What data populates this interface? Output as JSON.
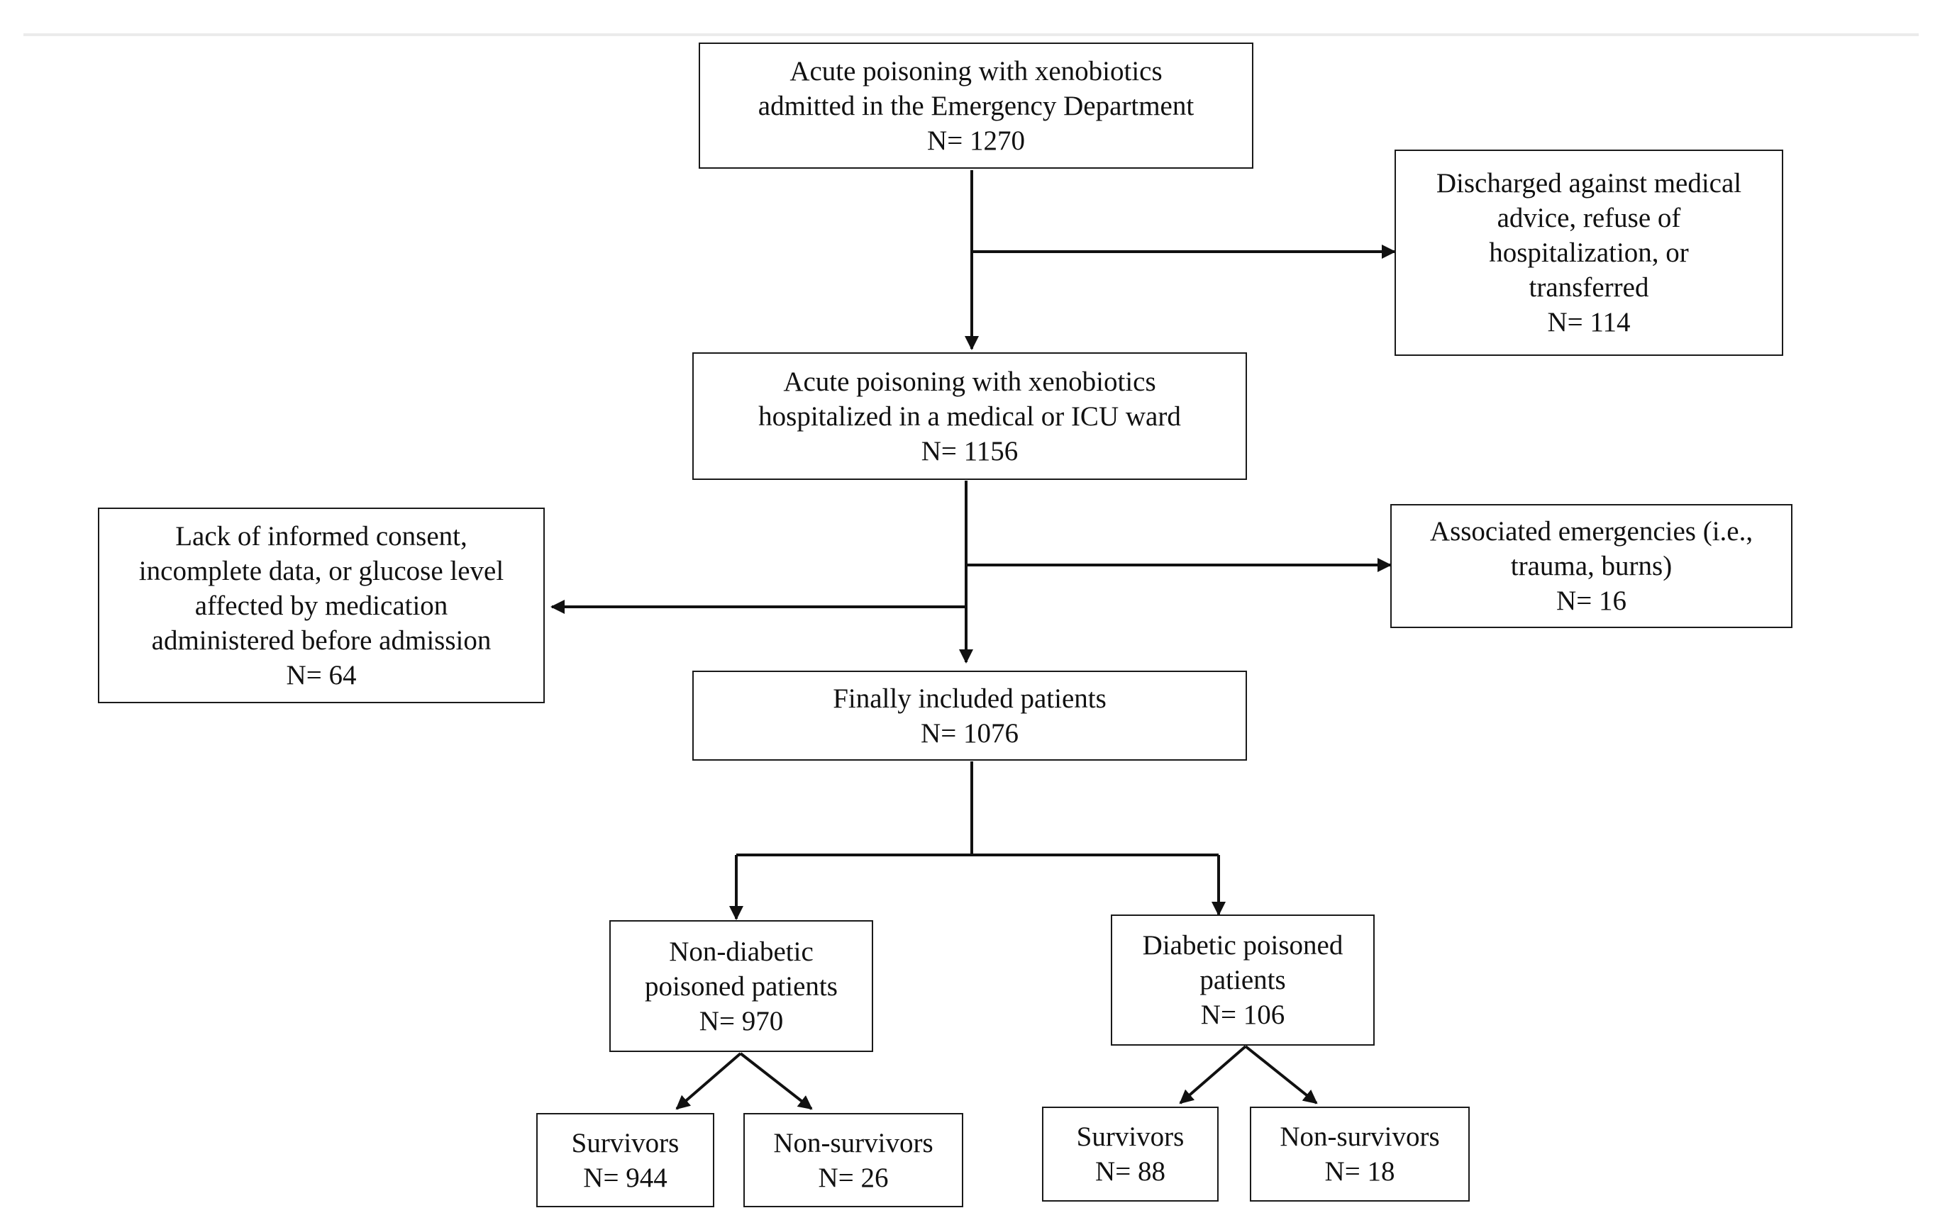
{
  "flowchart": {
    "admitted": {
      "lines": [
        "Acute poisoning with xenobiotics",
        "admitted in the Emergency Department"
      ],
      "n": "N= 1270"
    },
    "discharged": {
      "lines": [
        "Discharged against medical",
        "advice, refuse of",
        "hospitalization, or",
        "transferred"
      ],
      "n": "N= 114"
    },
    "hospitalized": {
      "lines": [
        "Acute poisoning with xenobiotics",
        "hospitalized in a medical or ICU ward"
      ],
      "n": "N= 1156"
    },
    "lack_consent": {
      "lines": [
        "Lack of informed consent,",
        "incomplete data, or glucose level",
        "affected by medication",
        "administered before admission"
      ],
      "n": "N= 64"
    },
    "associated": {
      "lines": [
        "Associated emergencies (i.e.,",
        "trauma, burns)"
      ],
      "n": "N= 16"
    },
    "included": {
      "lines": [
        "Finally included patients"
      ],
      "n": "N= 1076"
    },
    "non_diabetic": {
      "lines": [
        "Non-diabetic",
        "poisoned patients"
      ],
      "n": "N= 970"
    },
    "diabetic": {
      "lines": [
        "Diabetic poisoned",
        "patients"
      ],
      "n": "N= 106"
    },
    "nd_survivors": {
      "lines": [
        "Survivors"
      ],
      "n": "N= 944"
    },
    "nd_non_survivors": {
      "lines": [
        "Non-survivors"
      ],
      "n": "N= 26"
    },
    "d_survivors": {
      "lines": [
        "Survivors"
      ],
      "n": "N= 88"
    },
    "d_non_survivors": {
      "lines": [
        "Non-survivors"
      ],
      "n": "N= 18"
    }
  }
}
